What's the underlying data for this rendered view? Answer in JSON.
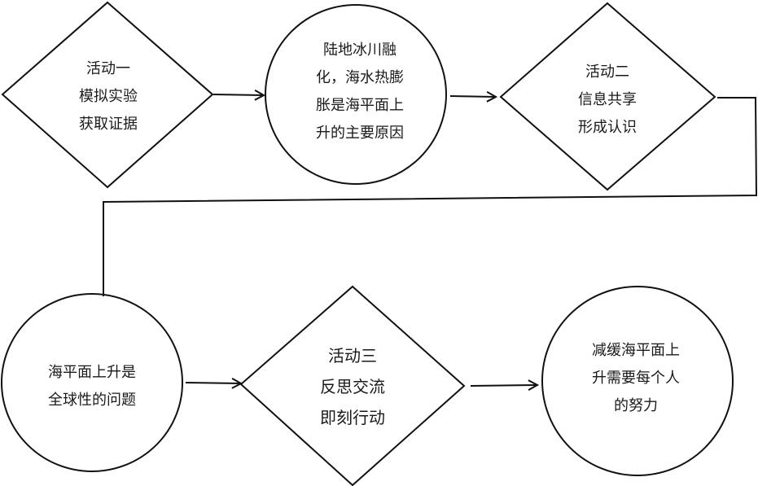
{
  "diagram": {
    "colors": {
      "stroke": "#111111",
      "text": "#1a1a1a",
      "background": "#ffffff"
    },
    "nodes": [
      {
        "id": "activity-1",
        "shape": "diamond",
        "lines": [
          "活动一",
          "模拟实验",
          "获取证据"
        ]
      },
      {
        "id": "main-cause",
        "shape": "circle",
        "lines": [
          "陆地冰川融",
          "化，海水热膨",
          "胀是海平面上",
          "升的主要原因"
        ]
      },
      {
        "id": "activity-2",
        "shape": "diamond",
        "lines": [
          "活动二",
          "信息共享",
          "形成认识"
        ]
      },
      {
        "id": "global-problem",
        "shape": "circle",
        "lines": [
          "海平面上升是",
          "全球性的问题"
        ]
      },
      {
        "id": "activity-3",
        "shape": "diamond",
        "lines": [
          "活动三",
          "反思交流",
          "即刻行动"
        ]
      },
      {
        "id": "everyone-effort",
        "shape": "circle",
        "lines": [
          "减缓海平面上",
          "升需要每个人",
          "的努力"
        ]
      }
    ],
    "edges": [
      {
        "from": "activity-1",
        "to": "main-cause",
        "arrow": true
      },
      {
        "from": "main-cause",
        "to": "activity-2",
        "arrow": true
      },
      {
        "from": "activity-2",
        "to": "global-problem",
        "arrow": false
      },
      {
        "from": "global-problem",
        "to": "activity-3",
        "arrow": true
      },
      {
        "from": "activity-3",
        "to": "everyone-effort",
        "arrow": true
      }
    ]
  }
}
